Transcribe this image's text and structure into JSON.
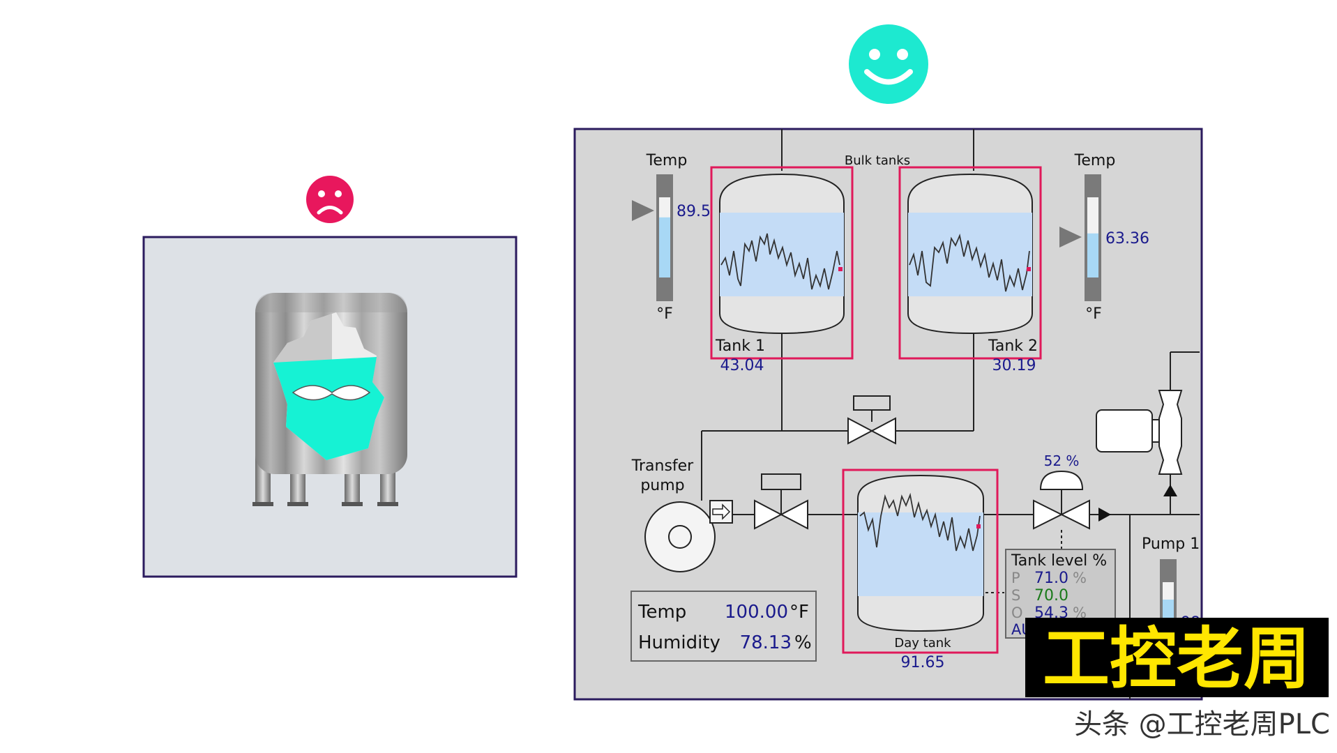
{
  "bad_panel": {
    "face": "sad-face-icon",
    "face_color": "#e8175d"
  },
  "good_panel": {
    "face": "happy-face-icon",
    "face_color": "#1de9d0",
    "title": "Bulk tanks",
    "temp_left": {
      "label": "Temp",
      "value": "89.5",
      "unit": "°F",
      "level": 0.75
    },
    "temp_right": {
      "label": "Temp",
      "value": "63.36",
      "unit": "°F",
      "level": 0.55
    },
    "tank1": {
      "name": "Tank 1",
      "value": "43.04"
    },
    "tank2": {
      "name": "Tank 2",
      "value": "30.19"
    },
    "day_tank": {
      "name": "Day tank",
      "value": "91.65"
    },
    "transfer_pump": {
      "line1": "Transfer",
      "line2": "pump"
    },
    "valve_pct": "52 %",
    "pump1": {
      "label": "Pump 1",
      "value": "98"
    },
    "env": {
      "temp_label": "Temp",
      "temp_value": "100.00",
      "temp_unit": "°F",
      "hum_label": "Humidity",
      "hum_value": "78.13",
      "hum_unit": "%"
    },
    "tank_level": {
      "title": "Tank level %",
      "rows": [
        {
          "key": "P",
          "value": "71.0",
          "unit": "%"
        },
        {
          "key": "S",
          "value": "70.0",
          "unit": ""
        },
        {
          "key": "O",
          "value": "54.3",
          "unit": "%"
        }
      ],
      "mode": "AUTO"
    }
  },
  "watermark": {
    "big": "工控老周",
    "small": "头条 @工控老周PLC"
  },
  "colors": {
    "accent_red": "#e0195a",
    "value_blue": "#1a1a8c",
    "value_green": "#1a7a1a",
    "panel_border": "#2b1b5e"
  }
}
